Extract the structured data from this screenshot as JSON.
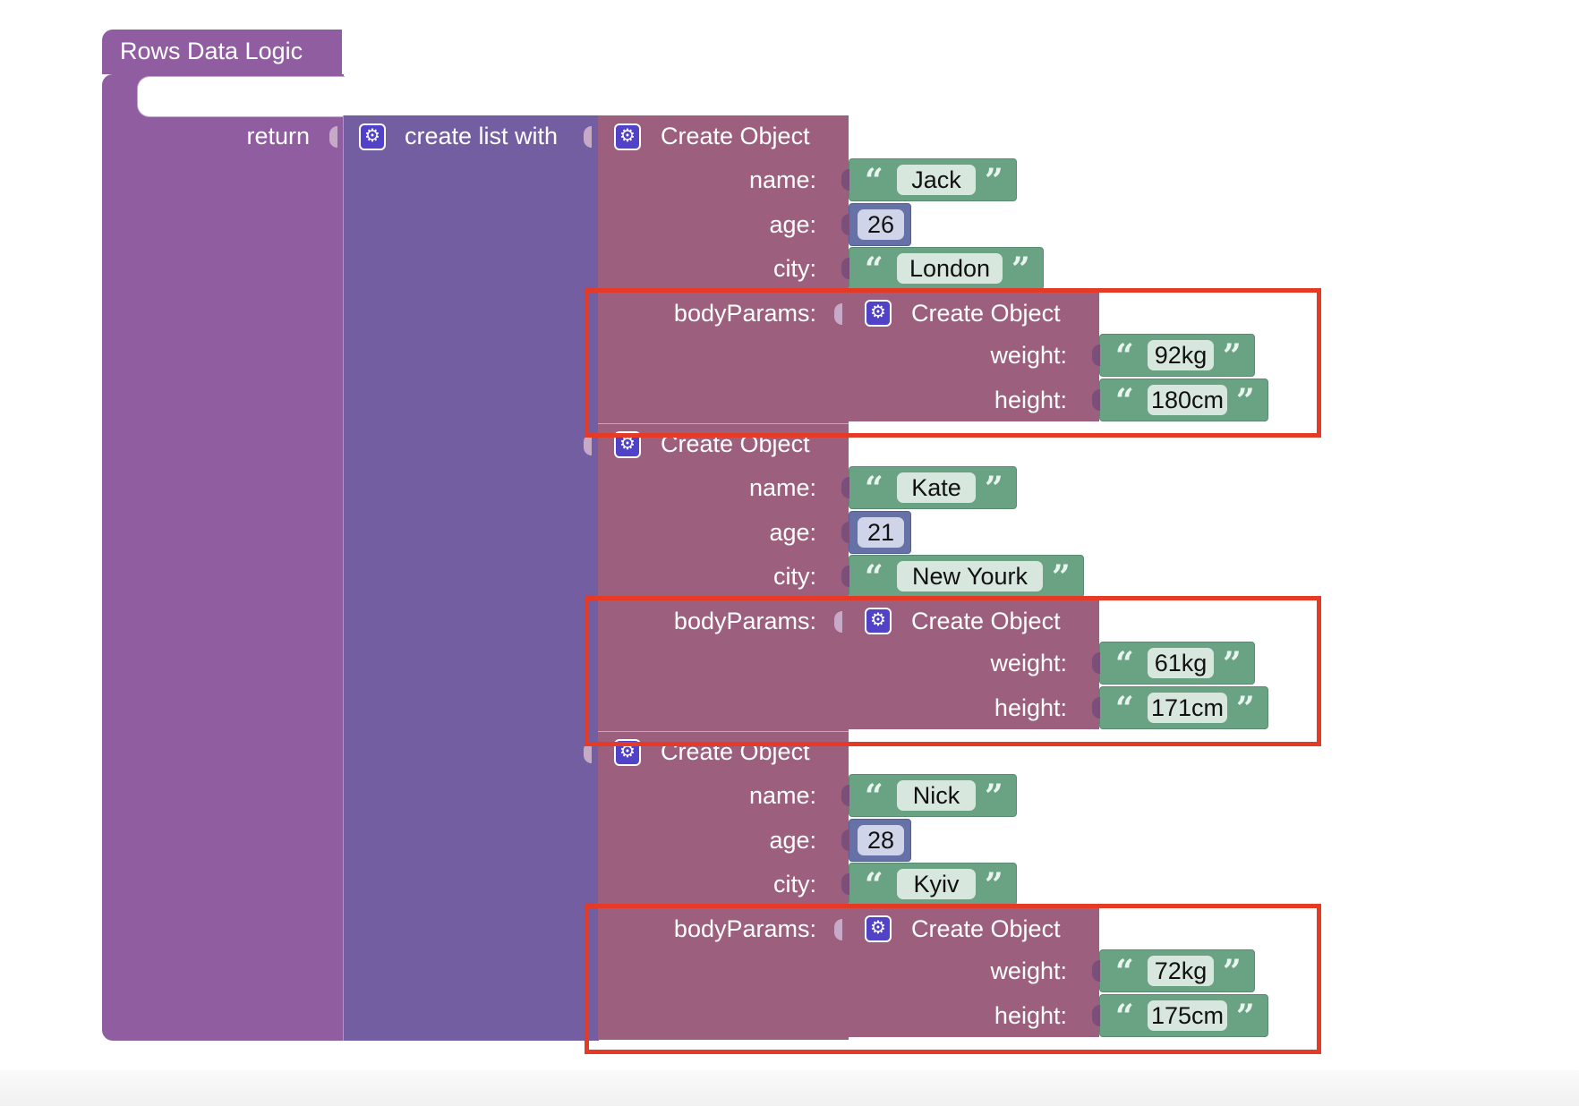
{
  "function_block": {
    "title": "Rows Data Logic",
    "return_label": "return"
  },
  "list_block": {
    "label": "create list with"
  },
  "objects": [
    {
      "header": "Create Object",
      "name_label": "name:",
      "name": "Jack",
      "age_label": "age:",
      "age": "26",
      "city_label": "city:",
      "city": "London",
      "body_label": "bodyParams:",
      "body": {
        "header": "Create Object",
        "weight_label": "weight:",
        "weight": "92kg",
        "height_label": "height:",
        "height": "180cm"
      }
    },
    {
      "header": "Create Object",
      "name_label": "name:",
      "name": "Kate",
      "age_label": "age:",
      "age": "21",
      "city_label": "city:",
      "city": "New Yourk",
      "body_label": "bodyParams:",
      "body": {
        "header": "Create Object",
        "weight_label": "weight:",
        "weight": "61kg",
        "height_label": "height:",
        "height": "171cm"
      }
    },
    {
      "header": "Create Object",
      "name_label": "name:",
      "name": "Nick",
      "age_label": "age:",
      "age": "28",
      "city_label": "city:",
      "city": "Kyiv",
      "body_label": "bodyParams:",
      "body": {
        "header": "Create Object",
        "weight_label": "weight:",
        "weight": "72kg",
        "height_label": "height:",
        "height": "175cm"
      }
    }
  ],
  "icons": {
    "mutator": "gear-icon",
    "open_quote": "“",
    "close_quote": "”"
  },
  "colors": {
    "function_block": "#915da1",
    "list_block": "#735ea1",
    "object_block": "#9c5f7e",
    "text_block": "#6aa284",
    "number_block": "#6671a7",
    "highlight": "#e43a26"
  }
}
